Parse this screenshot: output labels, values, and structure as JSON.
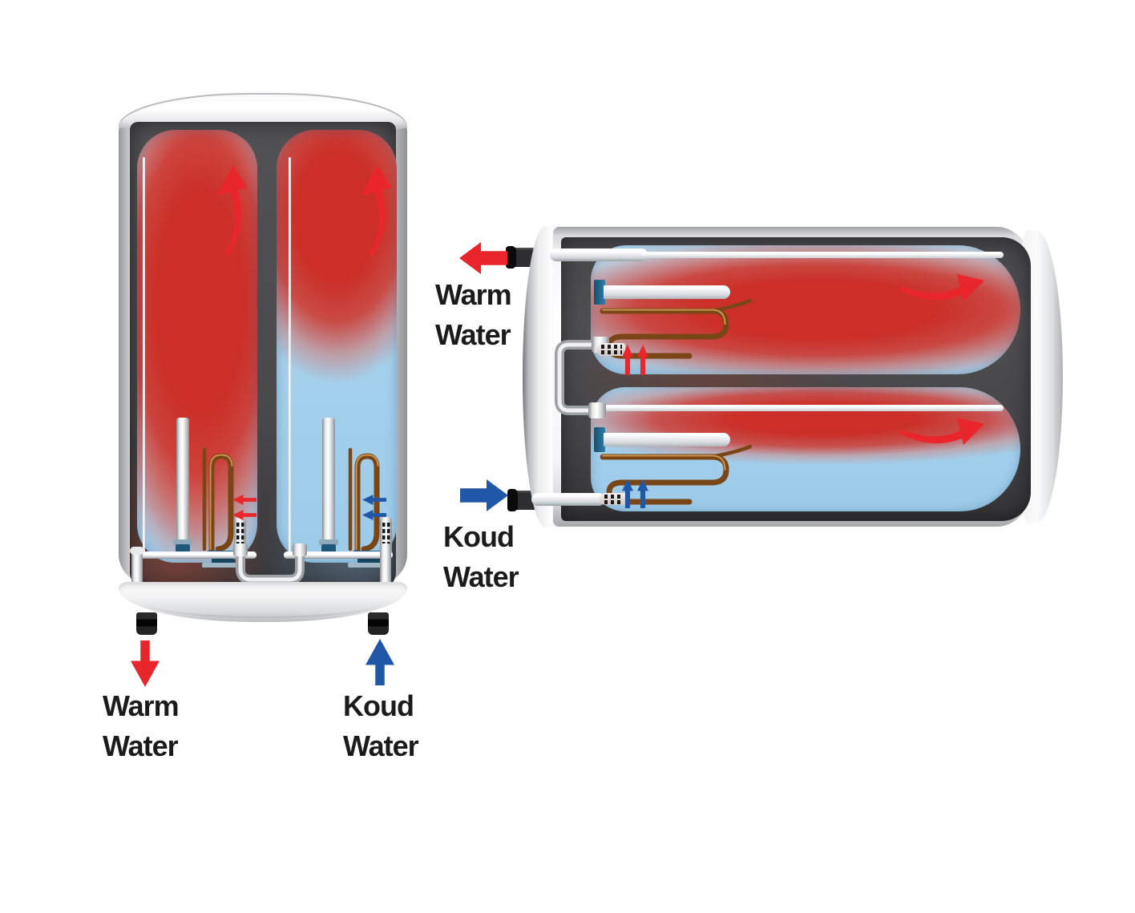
{
  "diagram": {
    "vertical_boiler": {
      "warm_label": {
        "line1": "Warm",
        "line2": "Water"
      },
      "koud_label": {
        "line1": "Koud",
        "line2": "Water"
      }
    },
    "horizontal_boiler": {
      "warm_label": {
        "line1": "Warm",
        "line2": "Water"
      },
      "koud_label": {
        "line1": "Koud",
        "line2": "Water"
      }
    },
    "colors": {
      "warm": "#e9262b",
      "cold": "#2157a7",
      "copper": "#7b4617",
      "copper_highlight": "#d09a55",
      "tank_red": "#cb2f27",
      "tank_blue": "#a8d3ee",
      "interior_gray": "#4a4a4d",
      "shell": "#f4f4f6",
      "text": "#1b1b1b"
    }
  }
}
